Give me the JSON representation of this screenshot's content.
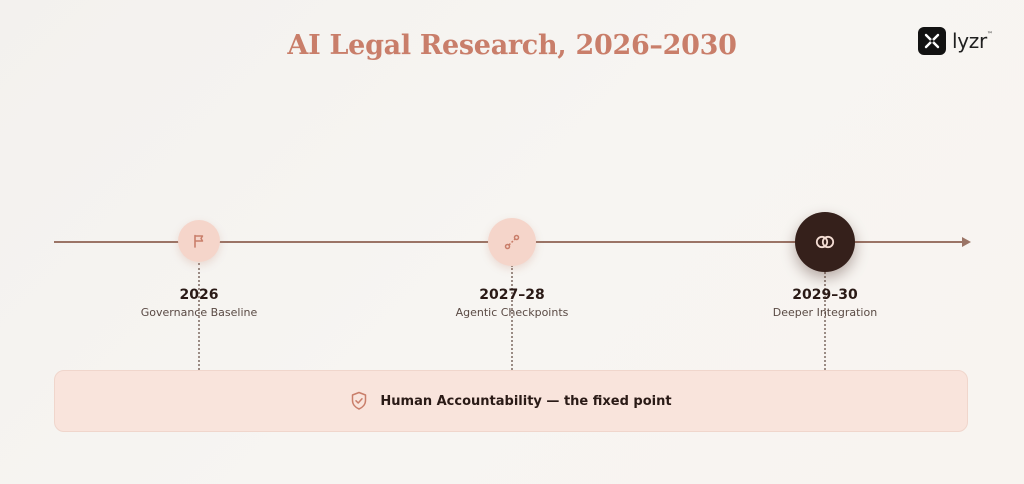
{
  "title": "AI Legal Research, 2026–2030",
  "logo": {
    "text": "lyzr",
    "mark": "™"
  },
  "milestones": [
    {
      "year": "2026",
      "label": "Governance Baseline",
      "icon": "flag-icon"
    },
    {
      "year": "2027–28",
      "label": "Agentic Checkpoints",
      "icon": "path-nodes-icon"
    },
    {
      "year": "2029–30",
      "label": "Deeper Integration",
      "icon": "interlocking-rings-icon"
    }
  ],
  "banner": {
    "text": "Human Accountability — the fixed point",
    "icon": "shield-check-icon"
  },
  "colors": {
    "title": "#c97e6a",
    "node_light": "#f5d5ca",
    "node_dark": "#35201b",
    "banner_bg": "#f9e4dc",
    "axis": "#9b7466"
  }
}
